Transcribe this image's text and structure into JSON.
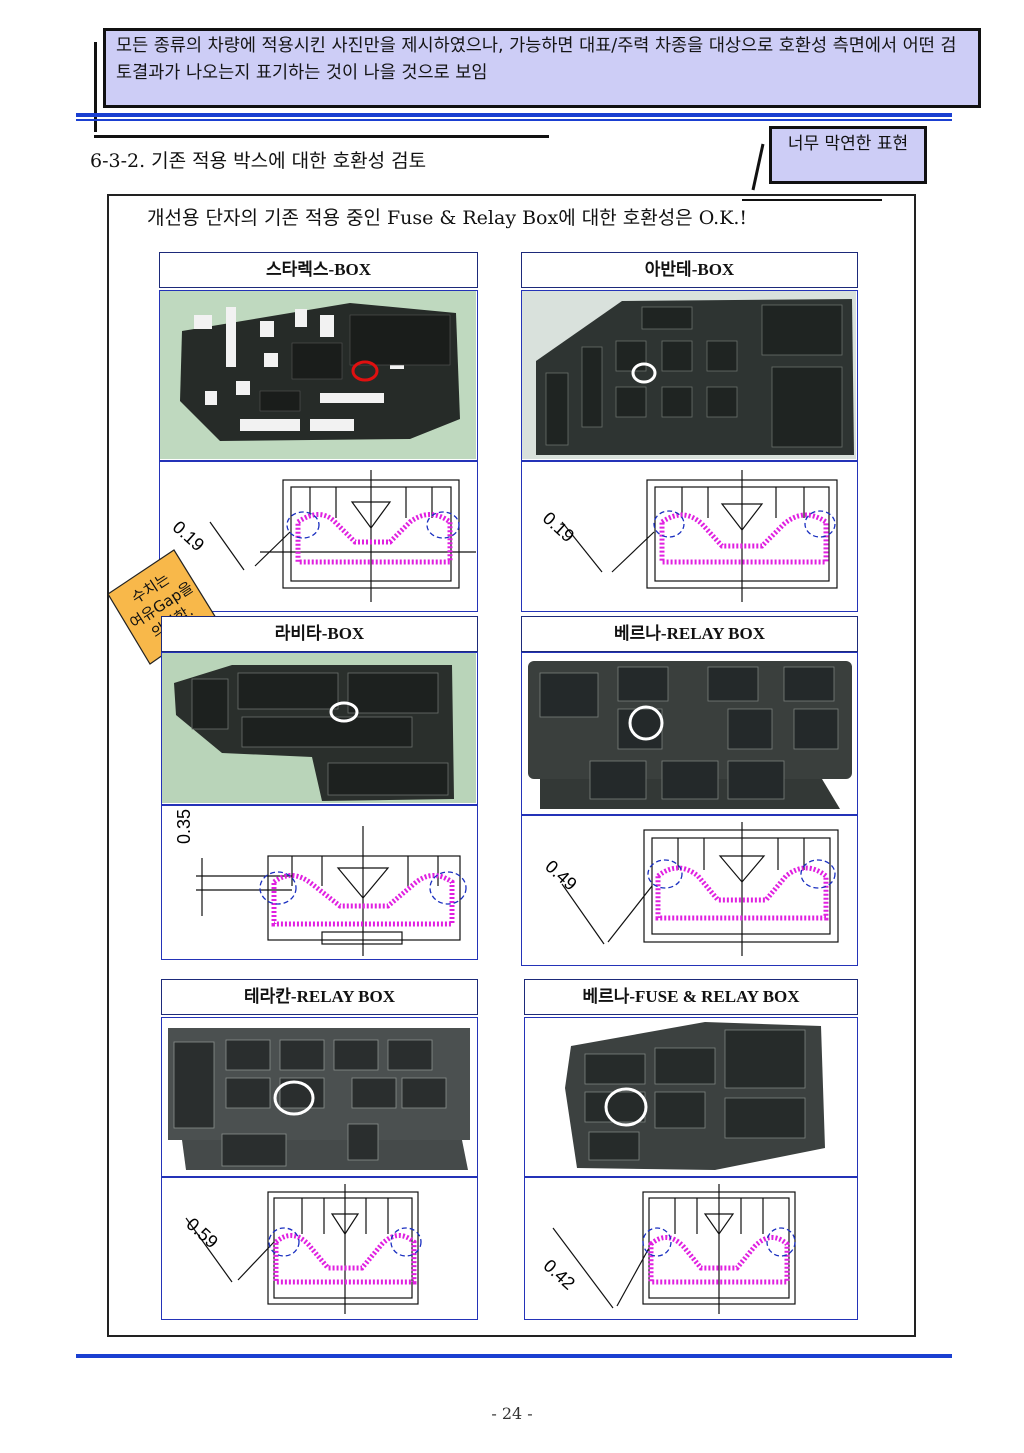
{
  "review_comment_top": "모든 종류의 차량에 적용시킨 사진만을 제시하였으나, 가능하면 대표/주력 차종을 대상으로 호환성 측면에서 어떤 검토결과가 나오는지 표기하는 것이 나을 것으로 보임",
  "section_title": "6-3-2. 기존 적용 박스에 대한 호환성 검토",
  "review_comment_right": "너무 막연한 표현",
  "summary": "개선용 단자의 기존 적용 중인 Fuse & Relay Box에 대한 호환성은 O.K.!",
  "note": {
    "line1": "수치는",
    "line2": "여유Gap을",
    "line3": "의미함."
  },
  "boxes": [
    {
      "label": "스타렉스-BOX",
      "gap": "0.19"
    },
    {
      "label": "아반테-BOX",
      "gap": "0.19"
    },
    {
      "label": "라비타-BOX",
      "gap": "0.35"
    },
    {
      "label": "베르나-RELAY BOX",
      "gap": "0.49"
    },
    {
      "label": "테라칸-RELAY BOX",
      "gap": "0.59"
    },
    {
      "label": "베르나-FUSE & RELAY BOX",
      "gap": "0.42"
    }
  ],
  "page_number": "- 24 -",
  "colors": {
    "comment_bg": "#cdcdf6",
    "rule_blue": "#1a3fd1",
    "frame_blue": "#2433b8",
    "magenta": "#e020e0",
    "highlight_red": "#e01010"
  }
}
